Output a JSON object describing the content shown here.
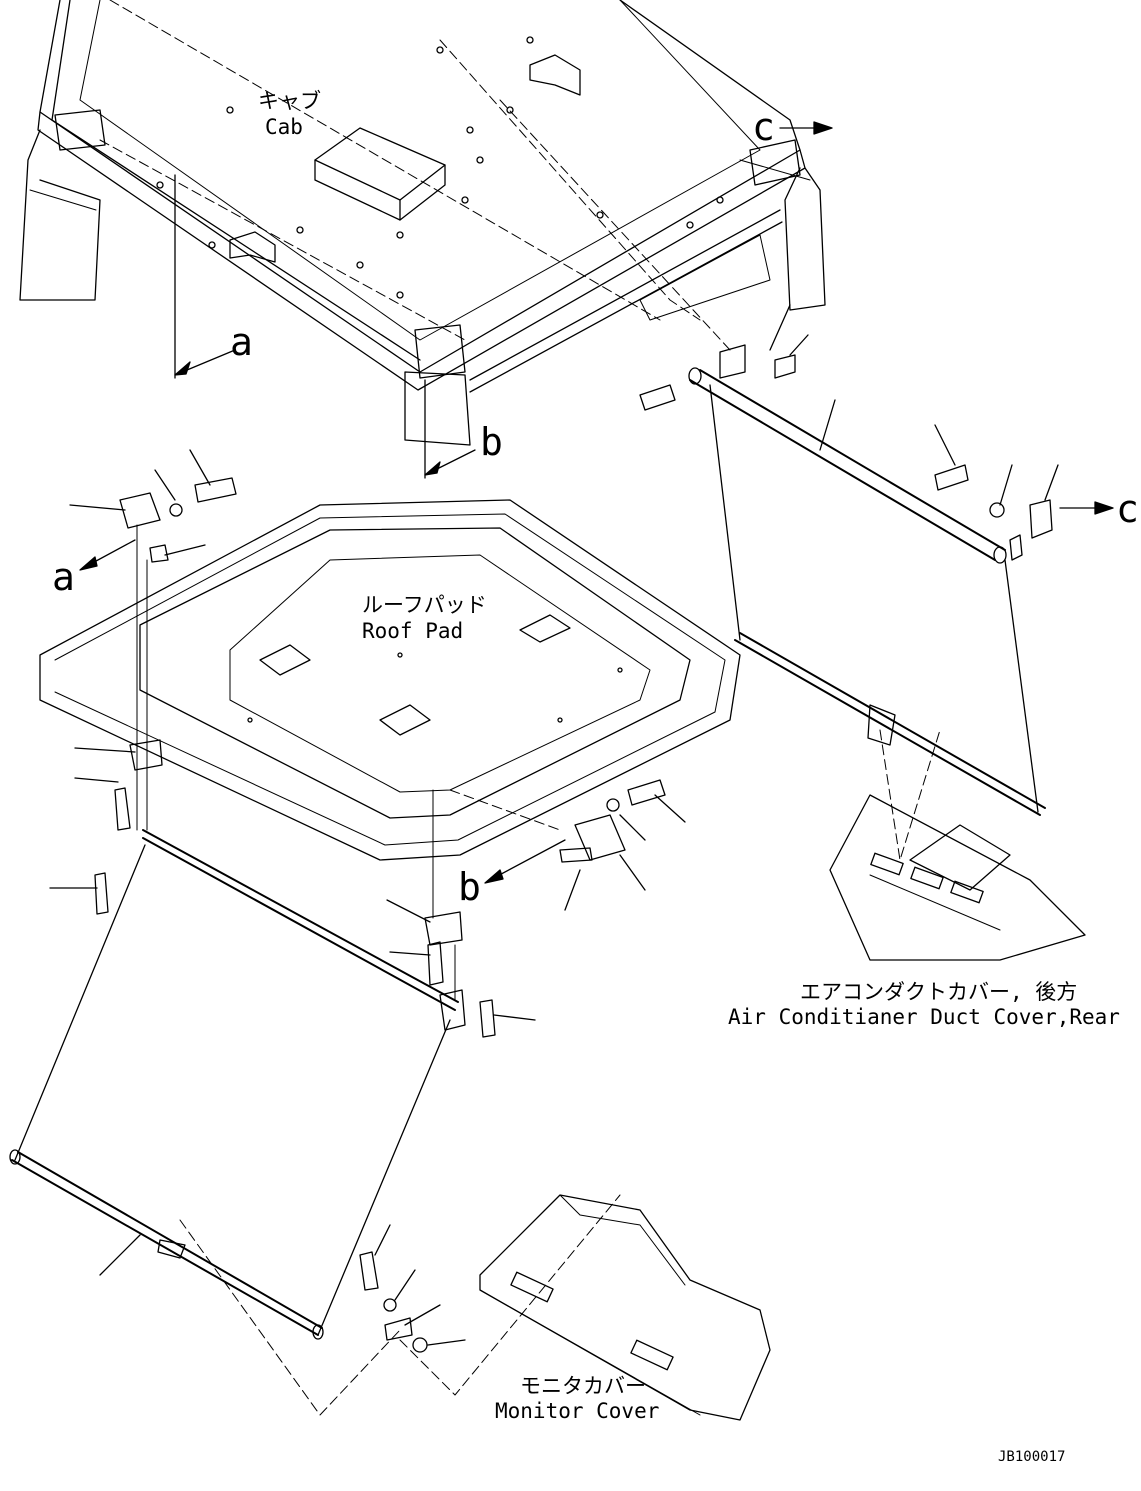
{
  "labels": {
    "cab_jp": "キャブ",
    "cab_en": "Cab",
    "roof_jp": "ルーフパッド",
    "roof_en": "Roof Pad",
    "duct_jp": "エアコンダクトカバー, 後方",
    "duct_en": "Air Conditianer Duct Cover,Rear",
    "monitor_jp": "モニタカバー",
    "monitor_en": "Monitor Cover",
    "drawing_code": "JB100017"
  },
  "refs": {
    "a": "a",
    "b": "b",
    "c": "c"
  }
}
